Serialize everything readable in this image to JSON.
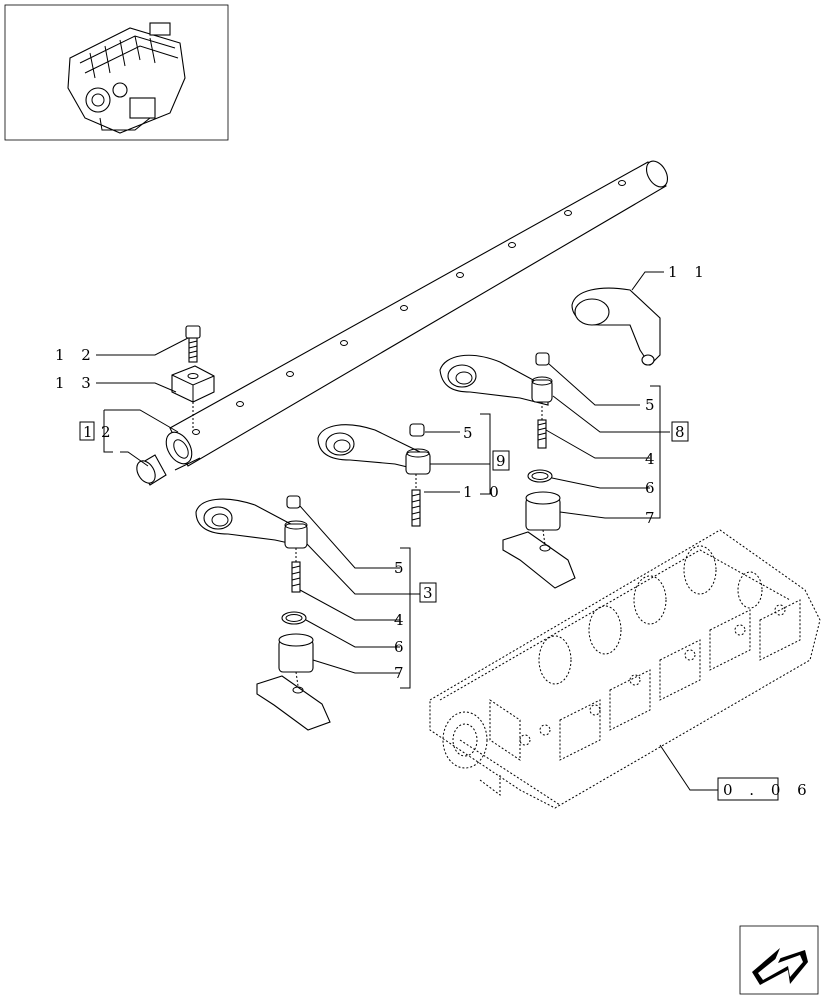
{
  "callouts": {
    "c12": "1 2",
    "c13": "1 3",
    "c12box": "1",
    "c12b": "2",
    "c11": "1 1",
    "c5a": "5",
    "c8": "8",
    "c4a": "4",
    "c6a": "6",
    "c7a": "7",
    "c5b": "5",
    "c9": "9",
    "c10": "1 0",
    "c5c": "5",
    "c3": "3",
    "c4b": "4",
    "c6b": "6",
    "c7b": "7",
    "c006": "0 . 0 6 ."
  },
  "icons": {
    "thumbnail": "engine-thumbnail-icon",
    "nav": "page-back-arrow-icon"
  }
}
